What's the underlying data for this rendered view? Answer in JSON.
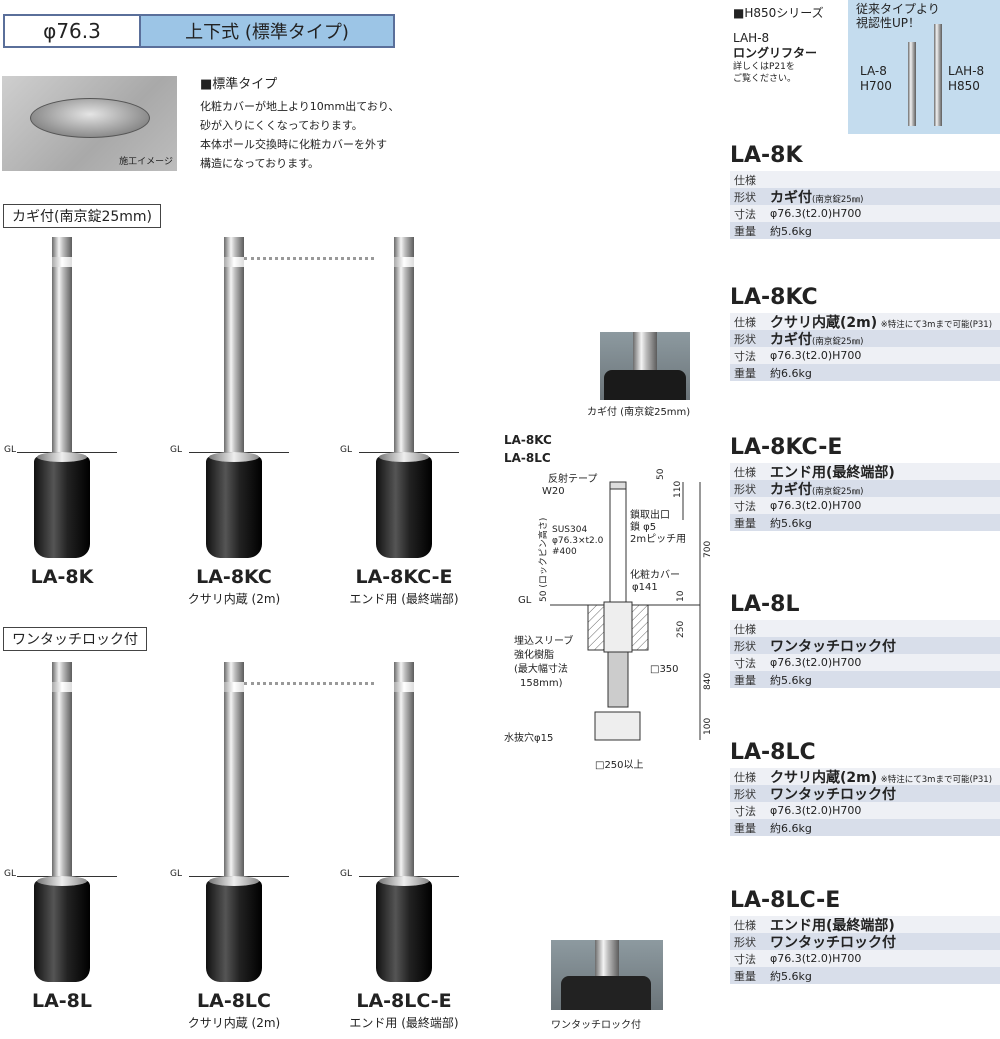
{
  "header": {
    "diameter": "φ76.3",
    "type": "上下式 (標準タイプ)"
  },
  "intro": {
    "photo_caption": "施工イメージ",
    "title": "■標準タイプ",
    "lines": [
      "化粧カバーが地上より10mm出ており、",
      "砂が入りにくくなっております。",
      "本体ポール交換時に化粧カバーを外す",
      "構造になっております。"
    ]
  },
  "sections": {
    "key": "カギ付(南京錠25mm)",
    "onetouch": "ワンタッチロック付"
  },
  "gl": "GL",
  "products_top": [
    {
      "name": "LA-8K",
      "sub": ""
    },
    {
      "name": "LA-8KC",
      "sub": "クサリ内蔵 (2m)"
    },
    {
      "name": "LA-8KC-E",
      "sub": "エンド用 (最終端部)"
    }
  ],
  "products_bottom": [
    {
      "name": "LA-8L",
      "sub": ""
    },
    {
      "name": "LA-8LC",
      "sub": "クサリ内蔵 (2m)"
    },
    {
      "name": "LA-8LC-E",
      "sub": "エンド用 (最終端部)"
    }
  ],
  "h850": {
    "series": "■H850シリーズ",
    "model": "LAH-8",
    "name": "ロングリフター",
    "note1": "詳しくはP21を",
    "note2": "ご覧ください。",
    "promo1": "従来タイプより",
    "promo2": "視認性UP！",
    "left_label1": "LA-8",
    "left_label2": "H700",
    "right_label1": "LAH-8",
    "right_label2": "H850"
  },
  "detail_photos": {
    "key": "カギ付 (南京錠25mm)",
    "onetouch": "ワンタッチロック付"
  },
  "diagram": {
    "models": [
      "LA-8KC",
      "LA-8LC"
    ],
    "tape": "反射テープ",
    "tape_w": "W20",
    "chain_out": "鎖取出口",
    "chain_d": "鎖 φ5",
    "chain_pitch": "2mピッチ用",
    "material": "SUS304",
    "pipe": "φ76.3×t2.0",
    "finish": "#400",
    "lockpin": "50 (ロックピン高さ)",
    "cover": "化粧カバー",
    "cover_d": "φ141",
    "sleeve1": "埋込スリーブ",
    "sleeve2": "強化樹脂",
    "sleeve3": "(最大幅寸法",
    "sleeve4": "158mm)",
    "drain": "水抜穴φ15",
    "sq350": "□350",
    "sq250": "□250以上",
    "dims": {
      "d50": "50",
      "d110": "110",
      "d700": "700",
      "d10": "10",
      "d250": "250",
      "d840": "840",
      "d100": "100"
    }
  },
  "spec_labels": {
    "spec": "仕様",
    "shape": "形状",
    "size": "寸法",
    "weight": "重量"
  },
  "specs": [
    {
      "name": "LA-8K",
      "spec": "",
      "spec_note": "",
      "shape": "カギ付",
      "shape_note": "(南京錠25㎜)",
      "size": "φ76.3(t2.0)H700",
      "weight": "約5.6kg"
    },
    {
      "name": "LA-8KC",
      "spec": "クサリ内蔵(2m)",
      "spec_note": "※特注にて3mまで可能(P31)",
      "shape": "カギ付",
      "shape_note": "(南京錠25㎜)",
      "size": "φ76.3(t2.0)H700",
      "weight": "約6.6kg"
    },
    {
      "name": "LA-8KC-E",
      "spec": "エンド用(最終端部)",
      "spec_note": "",
      "shape": "カギ付",
      "shape_note": "(南京錠25㎜)",
      "size": "φ76.3(t2.0)H700",
      "weight": "約5.6kg"
    },
    {
      "name": "LA-8L",
      "spec": "",
      "spec_note": "",
      "shape": "ワンタッチロック付",
      "shape_note": "",
      "size": "φ76.3(t2.0)H700",
      "weight": "約5.6kg"
    },
    {
      "name": "LA-8LC",
      "spec": "クサリ内蔵(2m)",
      "spec_note": "※特注にて3mまで可能(P31)",
      "shape": "ワンタッチロック付",
      "shape_note": "",
      "size": "φ76.3(t2.0)H700",
      "weight": "約6.6kg"
    },
    {
      "name": "LA-8LC-E",
      "spec": "エンド用(最終端部)",
      "spec_note": "",
      "shape": "ワンタッチロック付",
      "shape_note": "",
      "size": "φ76.3(t2.0)H700",
      "weight": "約5.6kg"
    }
  ]
}
